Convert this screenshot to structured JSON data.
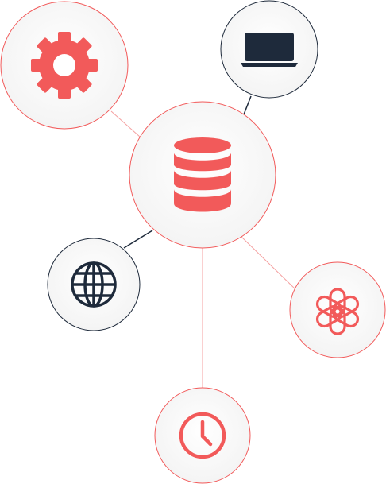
{
  "colors": {
    "accent": "#f25a5a",
    "dark": "#1e2a3b",
    "node_fill": "#f8f8f8",
    "accent_line": "#f5a0a0"
  },
  "hub": {
    "icon": "database-icon"
  },
  "nodes": [
    {
      "key": "settings",
      "icon": "gear-icon",
      "tone": "accent"
    },
    {
      "key": "laptop",
      "icon": "laptop-icon",
      "tone": "dark"
    },
    {
      "key": "web",
      "icon": "globe-icon",
      "tone": "dark"
    },
    {
      "key": "openai",
      "icon": "openai-icon",
      "tone": "accent"
    },
    {
      "key": "schedule",
      "icon": "clock-icon",
      "tone": "accent"
    }
  ]
}
